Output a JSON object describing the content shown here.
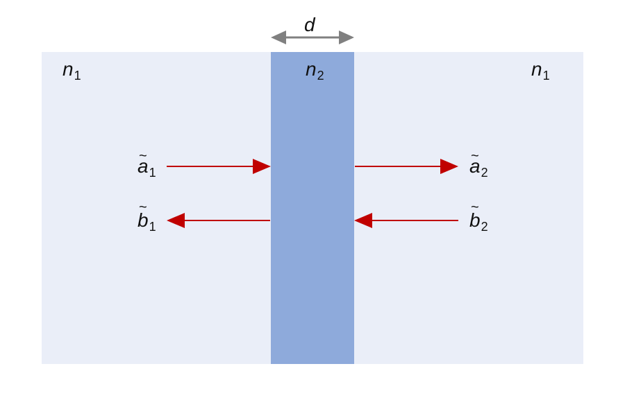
{
  "labels": {
    "n1_left": {
      "base": "n",
      "sub": "1"
    },
    "n2": {
      "base": "n",
      "sub": "2"
    },
    "n1_right": {
      "base": "n",
      "sub": "1"
    },
    "thickness": "d",
    "a1": {
      "base": "a",
      "sub": "1",
      "accent": "~"
    },
    "a2": {
      "base": "a",
      "sub": "2",
      "accent": "~"
    },
    "b1": {
      "base": "b",
      "sub": "1",
      "accent": "~"
    },
    "b2": {
      "base": "b",
      "sub": "2",
      "accent": "~"
    }
  },
  "colors": {
    "medium": "#eaeef8",
    "slab": "#8eaadb",
    "wave_arrow": "#c00000",
    "dimension_arrow": "#808080"
  }
}
